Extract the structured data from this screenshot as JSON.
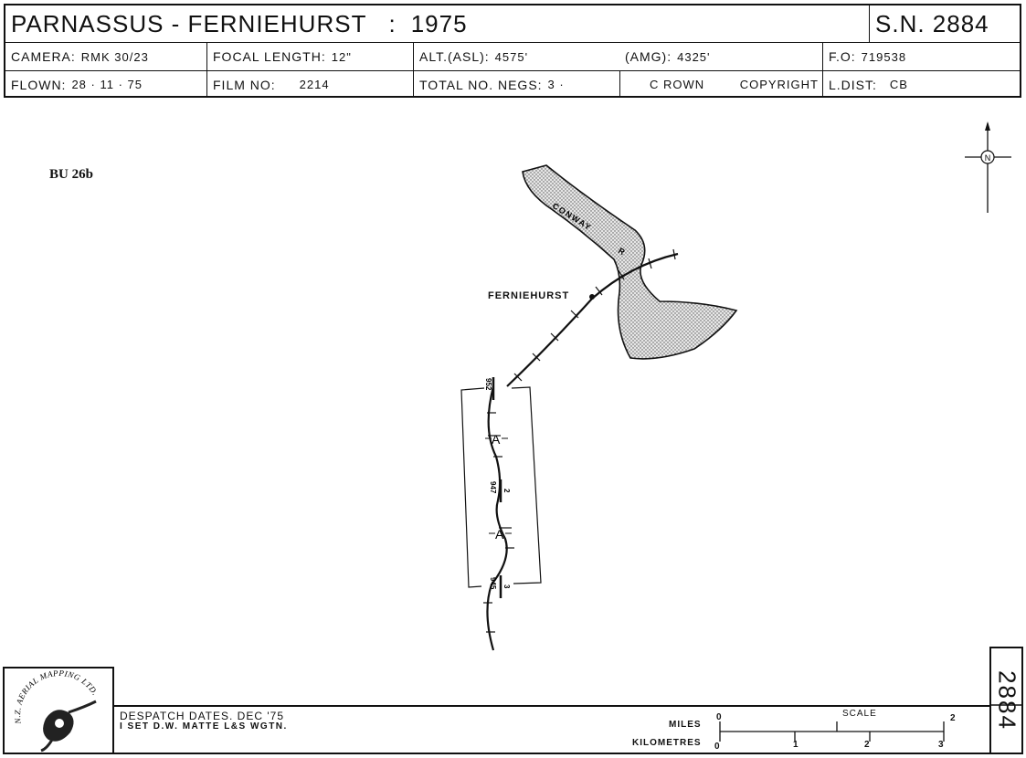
{
  "header": {
    "title": "PARNASSUS  -  FERNIEHURST",
    "year_sep": ":",
    "year": "1975",
    "sn": "S.N. 2884",
    "camera_label": "CAMERA:",
    "camera_value": "RMK  30/23",
    "focal_label": "FOCAL LENGTH:",
    "focal_value": "12\"",
    "alt_asl_label": "ALT.(ASL):",
    "alt_asl_value": "4575'",
    "amg_label": "(AMG):",
    "amg_value": "4325'",
    "fo_label": "F.O:",
    "fo_value": "719538",
    "flown_label": "FLOWN:",
    "flown_value": "28 · 11 · 75",
    "film_label": "FILM NO:",
    "film_value": "2214",
    "negs_label": "TOTAL  NO.  NEGS:",
    "negs_value": "3  ·",
    "crown_label": "C ROWN",
    "copyright_label": "COPYRIGHT",
    "ldist_label": "L.DIST:",
    "ldist_value": "CB"
  },
  "map": {
    "series_code": "BU 26b",
    "place_name": "FERNIEHURST",
    "river_label": "CONWAY",
    "river_abbr": "R",
    "run_letter": "A",
    "frame_numbers": [
      "952",
      "947",
      "2",
      "945",
      "3"
    ],
    "north_label": "N"
  },
  "footer": {
    "logo_text": "N.Z. AERIAL MAPPING LTD.",
    "despatch_line1": "DESPATCH  DATES.  DEC '75",
    "despatch_line2": "I  SET  D.W.  MATTE  L&S  WGTN.",
    "scale_title": "SCALE",
    "miles_label": "MILES",
    "km_label": "KILOMETRES",
    "miles_ticks": [
      "0",
      "2"
    ],
    "km_ticks": [
      "0",
      "1",
      "2",
      "3"
    ],
    "sn_number": "2884"
  },
  "colors": {
    "ink": "#111111",
    "river_fill": "#d9d9d9"
  }
}
